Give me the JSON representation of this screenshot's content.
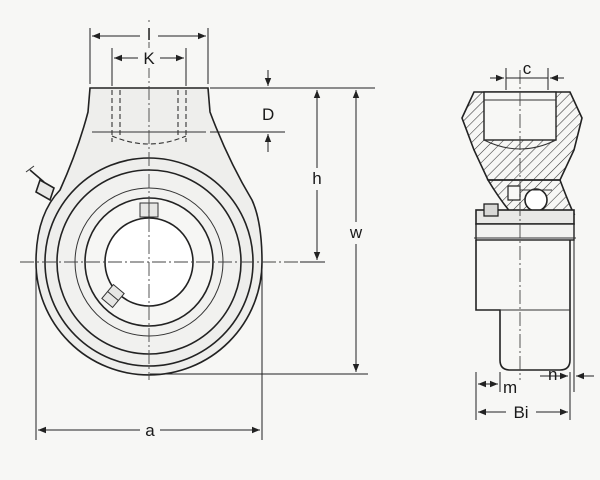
{
  "labels": {
    "l": "l",
    "K": "K",
    "D": "D",
    "h": "h",
    "w": "w",
    "a": "a",
    "c": "c",
    "m": "m",
    "n": "n",
    "Bi": "Bi"
  },
  "colors": {
    "line": "#222222",
    "background": "#f7f7f5",
    "hatch": "#333333"
  }
}
